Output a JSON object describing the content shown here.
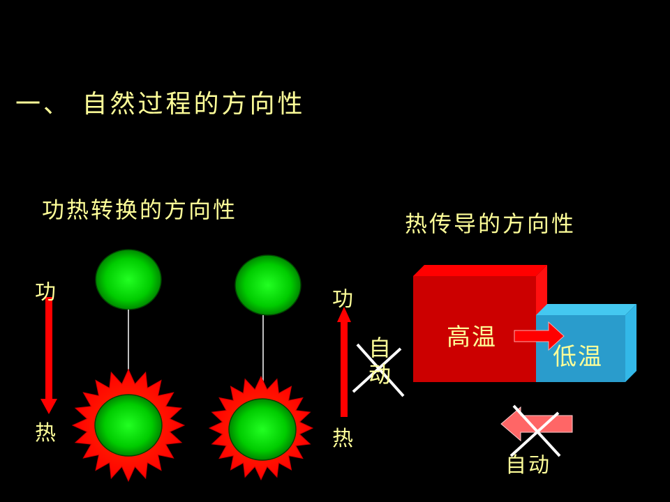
{
  "slide": {
    "title": "一、 自然过程的方向性",
    "left_heading": "功热转换的方向性",
    "right_heading": "热传导的方向性"
  },
  "work_heat": {
    "left_arrow": {
      "top_label": "功",
      "bottom_label": "热"
    },
    "mid_arrow": {
      "top_label": "功",
      "bottom_label": "热",
      "crossed_label": "自动"
    }
  },
  "conduction": {
    "high_label": "高温",
    "low_label": "低温",
    "crossed_label": "自动"
  },
  "colors": {
    "background": "#000000",
    "text": "#ffff99",
    "arrow_red": "#ff0000",
    "ball_green": "#00cc00",
    "burst_red": "#ff2200",
    "high_block": "#cc0000",
    "low_block": "#2aa0d0",
    "cross": "#ffffff"
  }
}
